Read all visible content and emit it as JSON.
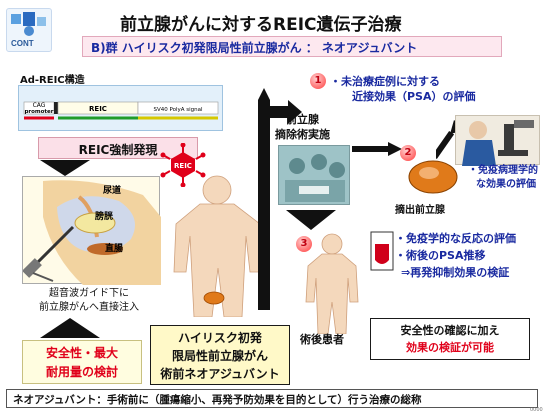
{
  "header": {
    "logo_text": "CONT",
    "title": "前立腺がんに対するREIC遺伝子治療",
    "subtitle": "B)群  ハイリスク初発限局性前立腺がん  ：  ネオアジュバント"
  },
  "vector": {
    "title": "Ad-REIC構造",
    "cag": "CAG",
    "promoter": "promoter",
    "reic": "REIC",
    "polya": "SV40 PolyA signal"
  },
  "left": {
    "expression": "REIC強制発現",
    "virus_label": "REIC",
    "organ_labels": [
      "尿道",
      "膀胱",
      "直腸"
    ],
    "caption_lines": [
      "超音波ガイド下に",
      "前立腺がんへ直接注入"
    ],
    "safety_lines": [
      "安全性・最大",
      "耐用量の検討"
    ]
  },
  "center": {
    "patient_lines": [
      "ハイリスク初発",
      "限局性前立腺がん",
      "術前ネオアジュバント"
    ]
  },
  "right": {
    "step1_num": "1",
    "step1_lines": [
      "・未治療症例に対する",
      "近接効果（PSA）の評価"
    ],
    "prostatectomy_lines": [
      "前立腺",
      "摘除術実施"
    ],
    "step2_num": "2",
    "resected": "摘出前立腺",
    "pathology_lines": [
      "・免疫病理学的",
      "な効果の評価"
    ],
    "step3_num": "3",
    "eval_lines": [
      "・免疫学的な反応の評価",
      "・術後のPSA推移",
      "⇒再発抑制効果の検証"
    ],
    "post_patient": "術後患者",
    "safety2_lines": [
      "安全性の確認に加え",
      "効果の検証が可能"
    ]
  },
  "footer": {
    "text": "ネオアジュバント：手術前に（腫瘍縮小、再発予防効果を目的として）行う治療の総称",
    "page_no": "0000"
  },
  "colors": {
    "accent_red": "#e0001a",
    "accent_blue": "#1a2aa0",
    "subtitle_bg": "#fde8ef",
    "highlight_yellow": "#fff9c8"
  }
}
